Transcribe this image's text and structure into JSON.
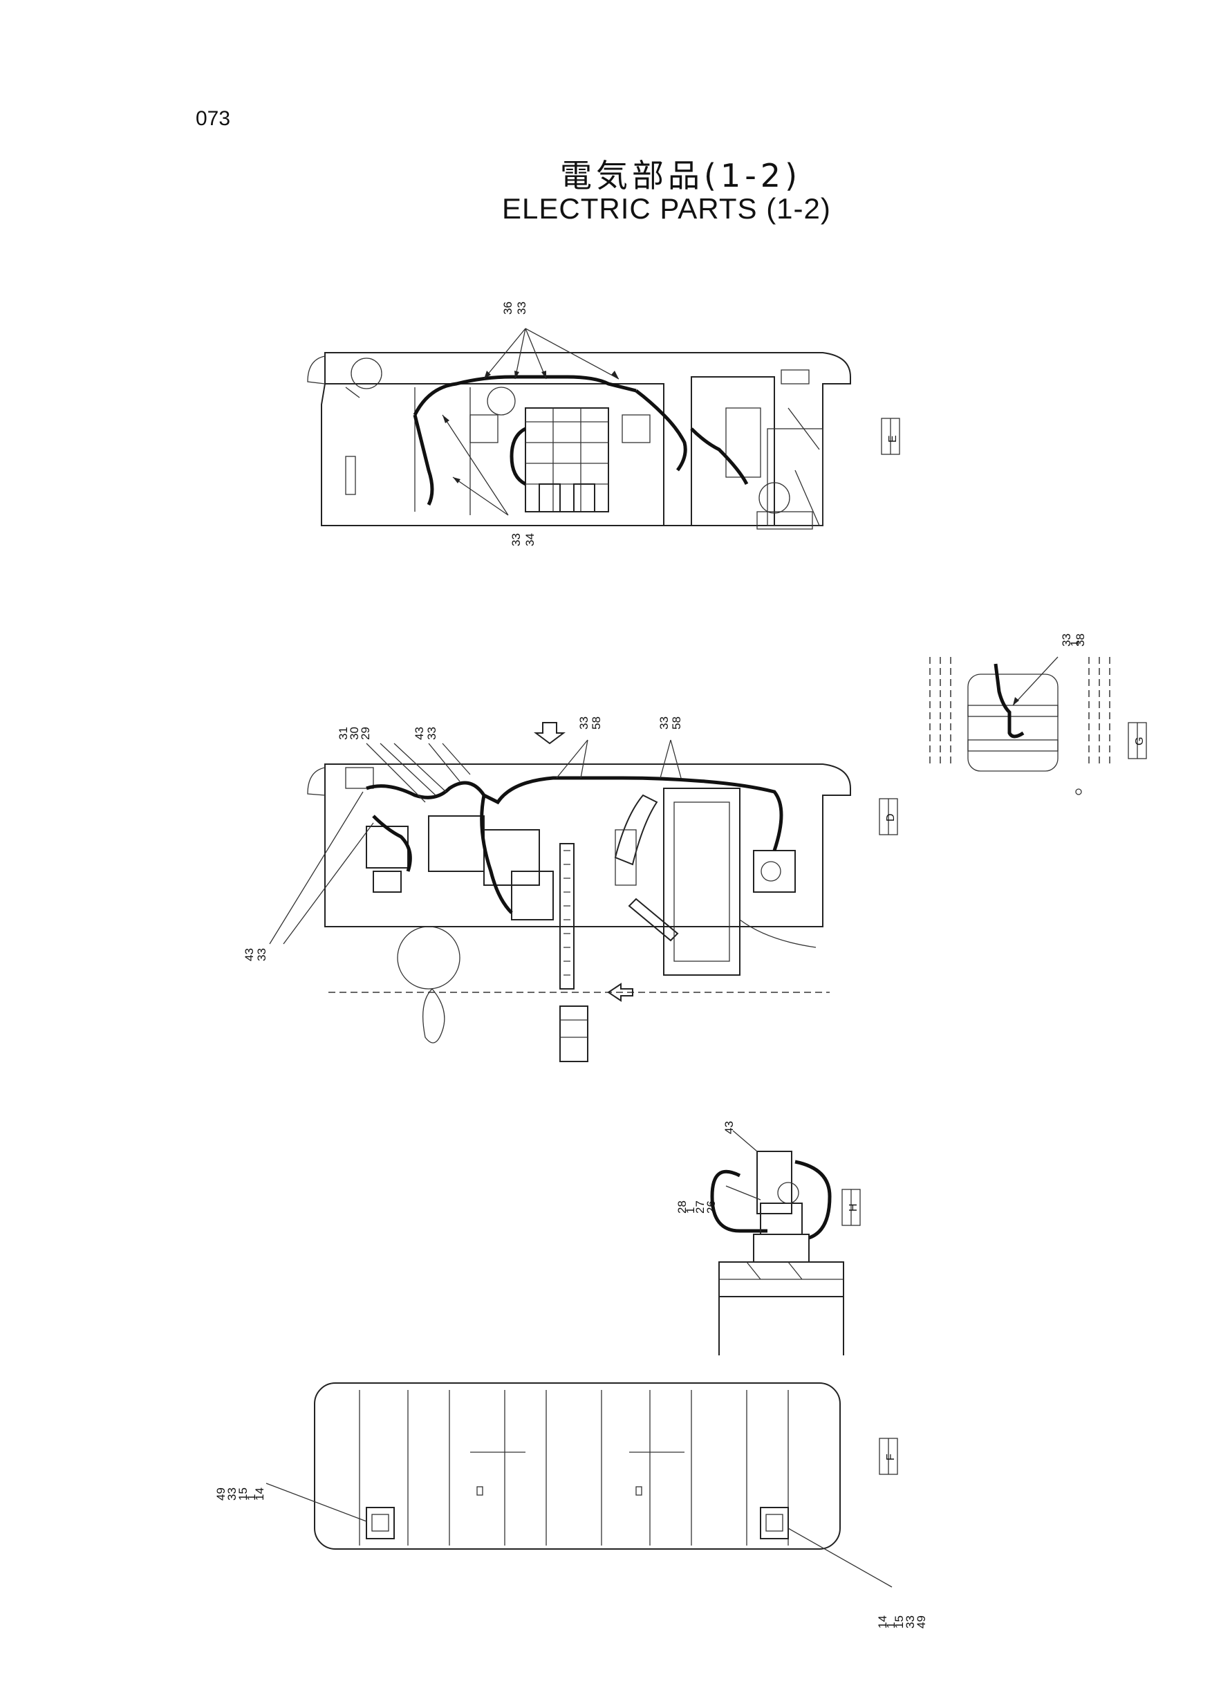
{
  "page": {
    "number": "073"
  },
  "title": {
    "jp": "電気部品(1-2)",
    "en": "ELECTRIC  PARTS (1-2)"
  },
  "views": {
    "E": {
      "tag": "E",
      "callouts_top": [
        "36",
        "33"
      ],
      "callouts_bottom": [
        "33",
        "34"
      ]
    },
    "G": {
      "tag": "G",
      "callouts": [
        "33",
        "1",
        "38"
      ]
    },
    "D": {
      "tag": "D",
      "callouts_left_top": [
        "31",
        "30",
        "29"
      ],
      "callouts_mid_a": [
        "43",
        "33"
      ],
      "callouts_mid_b": [
        "33",
        "58"
      ],
      "callouts_right": [
        "33",
        "58"
      ],
      "callouts_left_bottom": [
        "43",
        "33"
      ]
    },
    "H": {
      "tag": "H",
      "callout_top": [
        "43"
      ],
      "callouts": [
        "28",
        "1",
        "27",
        "26"
      ]
    },
    "F": {
      "tag": "F",
      "callouts_left": [
        "49",
        "33",
        "15",
        "1",
        "14"
      ],
      "callouts_right": [
        "14",
        "1",
        "15",
        "33",
        "49"
      ]
    }
  }
}
